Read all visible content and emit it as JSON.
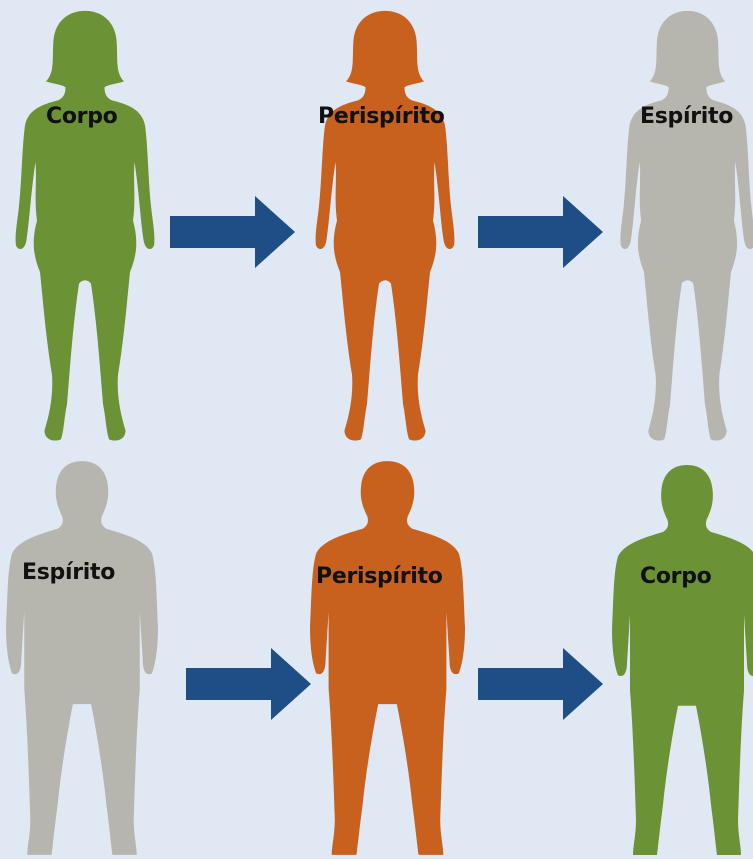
{
  "colors": {
    "background": "#dfe8f3",
    "corpo": "#6b9234",
    "perispirito": "#c8611d",
    "espirito": "#b7b6ae",
    "arrow": "#1f4e86"
  },
  "rows": [
    {
      "figures": [
        {
          "label": "Corpo",
          "kind": "woman",
          "color_key": "corpo"
        },
        {
          "label": "Perispírito",
          "kind": "woman",
          "color_key": "perispirito"
        },
        {
          "label": "Espírito",
          "kind": "woman",
          "color_key": "espirito"
        }
      ]
    },
    {
      "figures": [
        {
          "label": "Espírito",
          "kind": "man",
          "color_key": "espirito"
        },
        {
          "label": "Perispírito",
          "kind": "man",
          "color_key": "perispirito"
        },
        {
          "label": "Corpo",
          "kind": "man",
          "color_key": "corpo"
        }
      ]
    }
  ],
  "icons": {
    "woman": "woman-silhouette-icon",
    "man": "man-silhouette-icon",
    "arrow": "right-arrow-icon"
  }
}
